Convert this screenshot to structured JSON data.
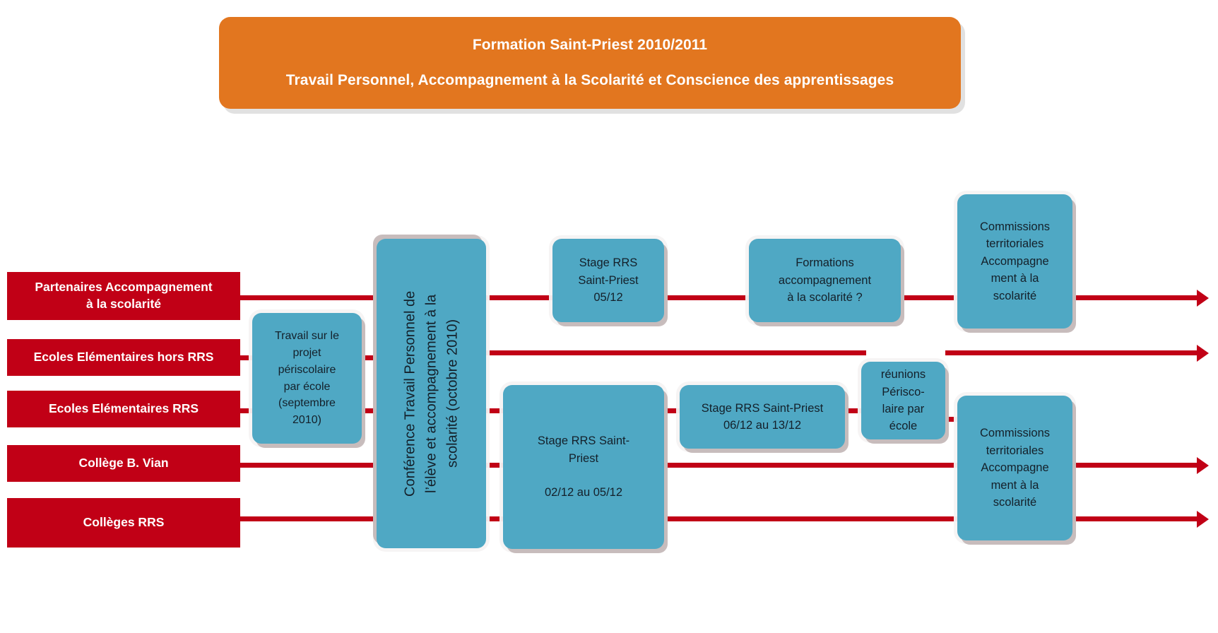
{
  "title": {
    "line1": "Formation Saint-Priest 2010/2011",
    "line2": "Travail Personnel, Accompagnement à la Scolarité et Conscience des apprentissages",
    "color": "#E2761F"
  },
  "colors": {
    "red": "#C10016",
    "blue": "#4FA8C4",
    "orange": "#E2761F",
    "white": "#FFFFFF"
  },
  "sources": [
    {
      "id": "partenaires",
      "label": "Partenaires Accompagnement\nà la scolarité"
    },
    {
      "id": "ecoles-elem-hors-rrs",
      "label": "Ecoles Elémentaires hors RRS"
    },
    {
      "id": "ecoles-elem-rrs",
      "label": "Ecoles Elémentaires RRS"
    },
    {
      "id": "college-b-vian",
      "label": "Collège B. Vian"
    },
    {
      "id": "colleges-rrs",
      "label": "Collèges RRS"
    }
  ],
  "steps": [
    {
      "id": "travail-projet-periscolaire",
      "label": "Travail sur le\nprojet\npériscolaire\npar école\n(septembre\n2010)"
    },
    {
      "id": "conference-travail-personnel",
      "label": "Conférence Travail Personnel de\nl’élève et accompagnement à la\nscolarité (octobre 2010)",
      "orientation": "vertical"
    },
    {
      "id": "stage-rrs-saint-priest-0512",
      "label": "Stage RRS\nSaint-Priest\n05/12"
    },
    {
      "id": "formations-accompagnement-scolarite",
      "label": "Formations\naccompagnement\nà la scolarité ?"
    },
    {
      "id": "commissions-territoriales-haut",
      "label": "Commissions\nterritoriales\nAccompagne\nment à la\nscolarité"
    },
    {
      "id": "stage-rrs-saint-priest-0212-0512",
      "label": "Stage RRS Saint-\nPriest\n\n02/12 au 05/12"
    },
    {
      "id": "stage-rrs-saint-priest-0612-1312",
      "label": "Stage RRS Saint-Priest\n06/12 au 13/12"
    },
    {
      "id": "reunions-periscolaire-par-ecole",
      "label": "réunions\nPérisco-\nlaire par\nécole"
    },
    {
      "id": "commissions-territoriales-bas",
      "label": "Commissions\nterritoriales\nAccompagne\nment à la\nscolarité"
    }
  ],
  "chart_data": {
    "type": "table",
    "title": "Formation Saint-Priest 2010/2011 — flux de formation",
    "rows": [
      {
        "source": "Partenaires Accompagnement à la scolarité",
        "flow": [
          "Conférence Travail Personnel de l’élève et accompagnement à la scolarité (octobre 2010)",
          "Stage RRS Saint-Priest 05/12",
          "Formations accompagnement à la scolarité ?",
          "Commissions territoriales Accompagnement à la scolarité"
        ]
      },
      {
        "source": "Ecoles Elémentaires hors RRS",
        "flow": [
          "Travail sur le projet périscolaire par école (septembre 2010)",
          "Conférence Travail Personnel de l’élève et accompagnement à la scolarité (octobre 2010)",
          "réunions Périscolaire par école"
        ]
      },
      {
        "source": "Ecoles Elémentaires RRS",
        "flow": [
          "Travail sur le projet périscolaire par école (septembre 2010)",
          "Conférence Travail Personnel de l’élève et accompagnement à la scolarité (octobre 2010)",
          "Stage RRS Saint-Priest 02/12 au 05/12",
          "Stage RRS Saint-Priest 06/12 au 13/12",
          "réunions Périscolaire par école"
        ]
      },
      {
        "source": "Collège B. Vian",
        "flow": [
          "Conférence Travail Personnel de l’élève et accompagnement à la scolarité (octobre 2010)",
          "Commissions territoriales Accompagnement à la scolarité"
        ]
      },
      {
        "source": "Collèges RRS",
        "flow": [
          "Conférence Travail Personnel de l’élève et accompagnement à la scolarité (octobre 2010)",
          "Stage RRS Saint-Priest 02/12 au 05/12",
          "Commissions territoriales Accompagnement à la scolarité"
        ]
      }
    ]
  }
}
